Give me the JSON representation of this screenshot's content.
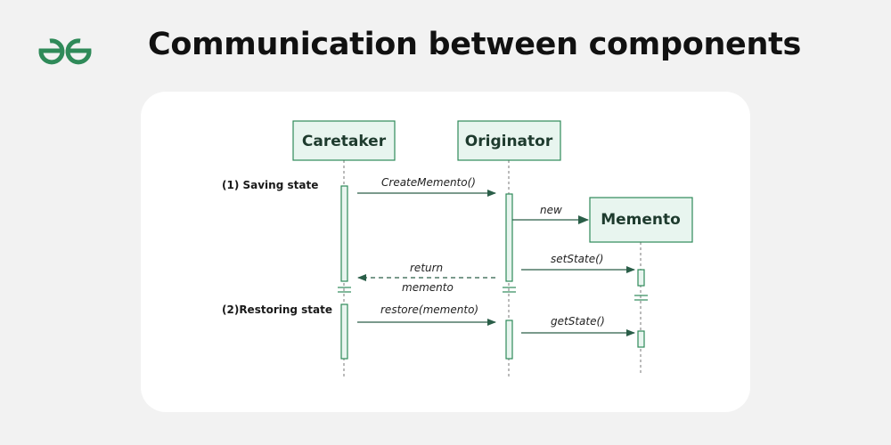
{
  "header": {
    "logo_name": "GeeksforGeeks logo",
    "title": "Communication between components"
  },
  "diagram": {
    "participants": {
      "caretaker": "Caretaker",
      "originator": "Originator",
      "memento": "Memento"
    },
    "steps": {
      "saving": "(1) Saving state",
      "restoring": "(2)Restoring state"
    },
    "messages": {
      "create_memento": "CreateMemento()",
      "new": "new",
      "set_state": "setState()",
      "return_line1": "return",
      "return_line2": "memento",
      "restore": "restore(memento)",
      "get_state": "getState()"
    }
  },
  "colors": {
    "brand_green": "#2f8a59",
    "box_fill": "#e8f5ef",
    "arrow": "#2a5e48"
  }
}
